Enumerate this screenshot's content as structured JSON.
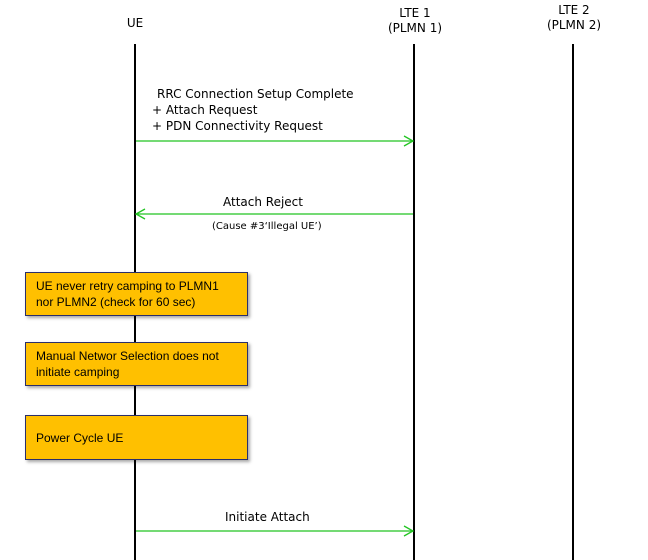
{
  "entities": [
    {
      "name": "UE",
      "line1": "UE",
      "line2": ""
    },
    {
      "name": "LTE1",
      "line1": "LTE 1",
      "line2": "(PLMN 1)"
    },
    {
      "name": "LTE2",
      "line1": "LTE 2",
      "line2": "(PLMN 2)"
    }
  ],
  "messages": [
    {
      "from": "UE",
      "to": "LTE1",
      "lines": [
        "RRC Connection Setup Complete",
        "+ Attach Request",
        "+ PDN Connectivity Request"
      ],
      "sub": ""
    },
    {
      "from": "LTE1",
      "to": "UE",
      "lines": [
        "Attach Reject"
      ],
      "sub": "(Cause #3‘Illegal UE’)"
    },
    {
      "from": "UE",
      "to": "LTE1",
      "lines": [
        "Initiate Attach"
      ],
      "sub": ""
    }
  ],
  "notes": [
    {
      "line1": "UE never  retry camping to PLMN1",
      "line2": "nor PLMN2 (check for 60 sec)"
    },
    {
      "line1": "Manual Networ Selection does not",
      "line2": "initiate camping"
    },
    {
      "line1": "Power Cycle UE",
      "line2": ""
    }
  ],
  "colors": {
    "arrow": "#22c422",
    "note_fill": "#FFC000",
    "note_border": "#2a2f6b",
    "lifeline": "#000000"
  }
}
